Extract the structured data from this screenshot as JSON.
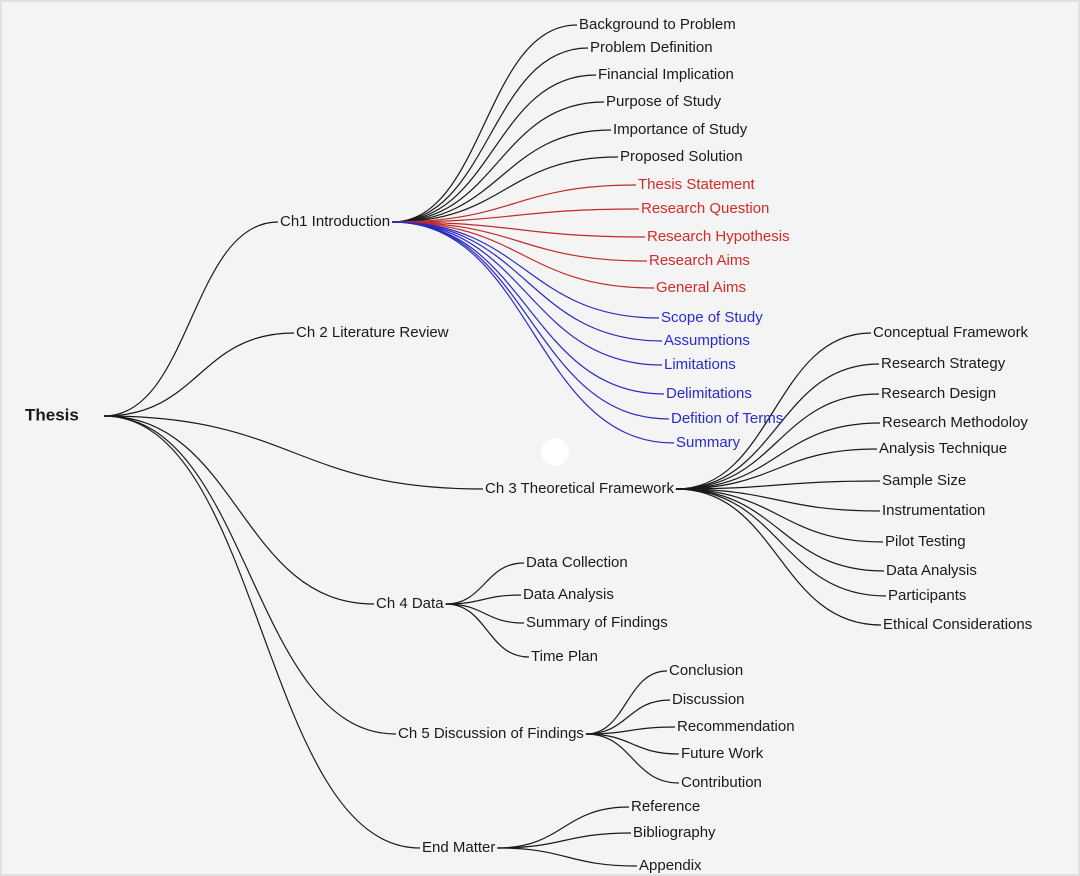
{
  "root": "Thesis",
  "branches": [
    {
      "label": "Ch1 Introduction",
      "children": [
        {
          "label": "Background to Problem",
          "tone": "black"
        },
        {
          "label": "Problem Definition",
          "tone": "black"
        },
        {
          "label": "Financial Implication",
          "tone": "black"
        },
        {
          "label": "Purpose of Study",
          "tone": "black"
        },
        {
          "label": "Importance of Study",
          "tone": "black"
        },
        {
          "label": "Proposed Solution",
          "tone": "black"
        },
        {
          "label": "Thesis Statement",
          "tone": "red"
        },
        {
          "label": "Research Question",
          "tone": "red"
        },
        {
          "label": "Research Hypothesis",
          "tone": "red"
        },
        {
          "label": "Research Aims",
          "tone": "red"
        },
        {
          "label": "General Aims",
          "tone": "red"
        },
        {
          "label": "Scope of Study",
          "tone": "blue"
        },
        {
          "label": "Assumptions",
          "tone": "blue"
        },
        {
          "label": "Limitations",
          "tone": "blue"
        },
        {
          "label": "Delimitations",
          "tone": "blue"
        },
        {
          "label": "Defition of Terms",
          "tone": "blue"
        },
        {
          "label": "Summary",
          "tone": "blue"
        }
      ]
    },
    {
      "label": "Ch 2 Literature Review",
      "children": []
    },
    {
      "label": "Ch 3 Theoretical Framework",
      "children": [
        {
          "label": "Conceptual Framework",
          "tone": "black"
        },
        {
          "label": "Research Strategy",
          "tone": "black"
        },
        {
          "label": "Research Design",
          "tone": "black"
        },
        {
          "label": "Research Methodoloy",
          "tone": "black"
        },
        {
          "label": "Analysis Technique",
          "tone": "black"
        },
        {
          "label": "Sample Size",
          "tone": "black"
        },
        {
          "label": "Instrumentation",
          "tone": "black"
        },
        {
          "label": "Pilot Testing",
          "tone": "black"
        },
        {
          "label": "Data Analysis",
          "tone": "black"
        },
        {
          "label": "Participants",
          "tone": "black"
        },
        {
          "label": "Ethical Considerations",
          "tone": "black"
        }
      ]
    },
    {
      "label": "Ch 4 Data",
      "children": [
        {
          "label": "Data Collection",
          "tone": "black"
        },
        {
          "label": "Data Analysis",
          "tone": "black"
        },
        {
          "label": "Summary of Findings",
          "tone": "black"
        },
        {
          "label": "Time Plan",
          "tone": "black"
        }
      ]
    },
    {
      "label": "Ch 5 Discussion of Findings",
      "children": [
        {
          "label": "Conclusion",
          "tone": "black"
        },
        {
          "label": "Discussion",
          "tone": "black"
        },
        {
          "label": "Recommendation",
          "tone": "black"
        },
        {
          "label": "Future Work",
          "tone": "black"
        },
        {
          "label": "Contribution",
          "tone": "black"
        }
      ]
    },
    {
      "label": "End Matter",
      "children": [
        {
          "label": "Reference",
          "tone": "black"
        },
        {
          "label": "Bibliography",
          "tone": "black"
        },
        {
          "label": "Appendix",
          "tone": "black"
        }
      ]
    }
  ],
  "colors": {
    "black": "#1a1a1a",
    "red": "#d42a2a",
    "blue": "#2a2ad0",
    "background": "#f4f4f4"
  }
}
